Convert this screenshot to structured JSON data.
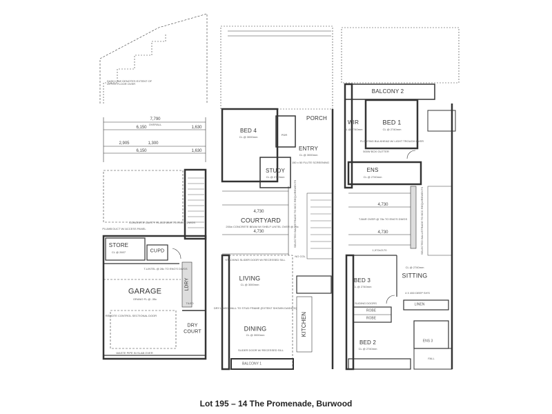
{
  "caption": "Lot 195 – 14 The Promenade, Burwood",
  "ground_floor": {
    "rooms": {
      "garage": "GARAGE",
      "store": "STORE",
      "cupd": "CUPD",
      "lndry": "LDRY",
      "dry_court": "DRY",
      "dry_court_2": "COURT"
    },
    "dimensions": {
      "overall": "7,790",
      "overall_note": "OVERALL",
      "left_span": "6,150",
      "right_span": "1,630",
      "span_a": "2,905",
      "span_b": "1,300",
      "lower_left": "6,150",
      "lower_right": "1,630"
    },
    "notes": {
      "dash_line": "DASH LINE DENOTES EXTENT OF UPPER FLOOR OVER",
      "concrete": "CONCRETE CAVITY FILLED BWK TO ENG'S DWGS",
      "plumb": "PLUMB DUCT W/ ACCESS PANEL",
      "garage_fl": "GRANO FL @ -35c",
      "remote": "REMOTE CONTROL SECTIONAL DOOR",
      "waste": "WASTE PIPE IN SLAB OVER",
      "store_cl": "CL @ 2607",
      "tlintel": "T-LINTEL @ 28c TO ENG'S DWGS",
      "tiled": "TILED"
    }
  },
  "first_floor": {
    "rooms": {
      "bed4": "BED 4",
      "porch": "PORCH",
      "entry": "ENTRY",
      "study": "STUDY",
      "courtyard": "COURTYARD",
      "living": "LIVING",
      "dining": "DINING",
      "kitchen": "KITCHEN",
      "balcony1": "BALCONY 1",
      "pdr": "PDR"
    },
    "dimensions": {
      "courtyard_top": "4,730",
      "courtyard_bottom": "4,730"
    },
    "notes": {
      "bed4_cl": "CL @ 3000mm",
      "study_cl": "CL @ 2743mm",
      "entry_cl": "CL @ 3000mm",
      "flute": "150 x 50 FLUTE SCREENING",
      "courtyard_note": "200w CONCRETE BEAM W/ SHELF LINTEL OVER @ 29c",
      "stacking": "STACKING SLIDER DOOR W/ RECESSED SILL",
      "living_cl": "CL @ 3000mm",
      "dining_cl": "CL @ 3000mm",
      "dry_lined": "DRY LINED WALL TO STUD FRAME (EXTENT SHOWN DASHED)",
      "balustrade": "SELECTED BALUSTRADE TO BCC REQUIREMENTS",
      "no_col": "NO COL",
      "slider": "SLIDER DOOR W/ RECESSED SILL"
    }
  },
  "upper_floor": {
    "rooms": {
      "balcony2": "BALCONY 2",
      "bed1": "BED 1",
      "wir": "WIR",
      "ens": "ENS",
      "sitting": "SITTING",
      "bed3": "BED 3",
      "bed2": "BED 2",
      "robe1": "ROBE",
      "robe2": "ROBE",
      "linen": "LINEN",
      "ens3": "ENS 3"
    },
    "dimensions": {
      "mid_top": "4,730",
      "mid_bottom": "4,730",
      "window": "1,972x2170"
    },
    "notes": {
      "bed1_cl": "CL @ 2740mm",
      "wir_cl": "CL @ 2740mm",
      "ens_cl": "CL @ 2740mm",
      "sitting_cl": "CL @ 2740mm",
      "bed3_cl": "CL @ 2740mm",
      "bed2_cl": "CL @ 2740mm",
      "box_gutter": "500W BOX GUTTER",
      "floating": "FLOATING BULKHEAD W/ LIGHT TROUGH OVER",
      "tbar": "T-BAR OVER @ 78c TO ENG'S DWGS",
      "deep_shelves": "4 X 450 DEEP SH'S",
      "sliding": "SLIDING DOORS",
      "balustrade": "SELECTED BALUSTRADE TO BCC REQUIREMENTS",
      "fall": "FALL"
    }
  }
}
